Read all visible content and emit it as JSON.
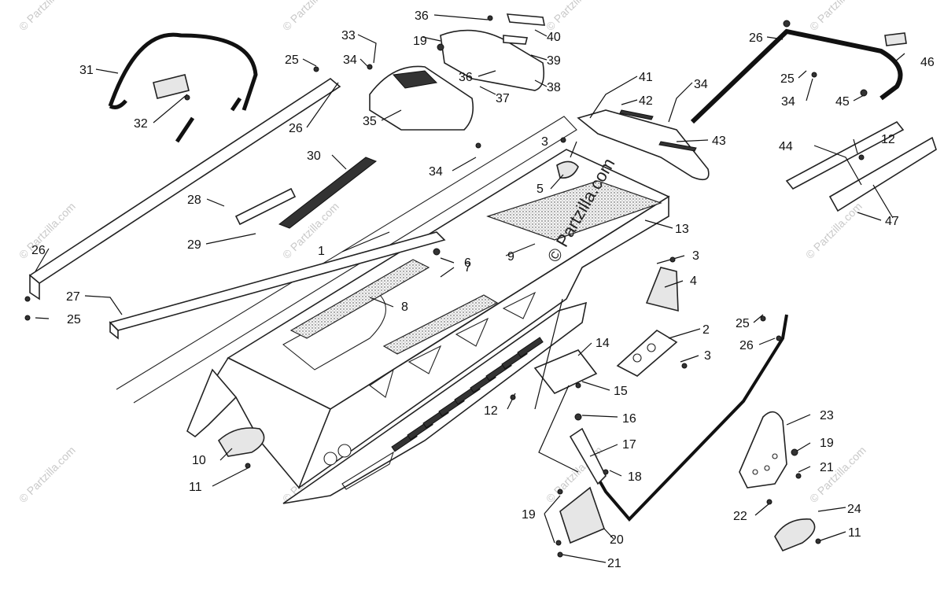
{
  "watermark": "© Partzilla.com",
  "callouts": [
    {
      "id": "c1",
      "text": "1"
    },
    {
      "id": "c2",
      "text": "2"
    },
    {
      "id": "c3a",
      "text": "3"
    },
    {
      "id": "c3b",
      "text": "3"
    },
    {
      "id": "c3c",
      "text": "3"
    },
    {
      "id": "c4",
      "text": "4"
    },
    {
      "id": "c5",
      "text": "5"
    },
    {
      "id": "c6",
      "text": "6"
    },
    {
      "id": "c7",
      "text": "7"
    },
    {
      "id": "c8",
      "text": "8"
    },
    {
      "id": "c9",
      "text": "9"
    },
    {
      "id": "c10",
      "text": "10"
    },
    {
      "id": "c11a",
      "text": "11"
    },
    {
      "id": "c11b",
      "text": "11"
    },
    {
      "id": "c12a",
      "text": "12"
    },
    {
      "id": "c12b",
      "text": "12"
    },
    {
      "id": "c13",
      "text": "13"
    },
    {
      "id": "c14",
      "text": "14"
    },
    {
      "id": "c15",
      "text": "15"
    },
    {
      "id": "c16",
      "text": "16"
    },
    {
      "id": "c17",
      "text": "17"
    },
    {
      "id": "c18",
      "text": "18"
    },
    {
      "id": "c19a",
      "text": "19"
    },
    {
      "id": "c19b",
      "text": "19"
    },
    {
      "id": "c19c",
      "text": "19"
    },
    {
      "id": "c20",
      "text": "20"
    },
    {
      "id": "c21a",
      "text": "21"
    },
    {
      "id": "c21b",
      "text": "21"
    },
    {
      "id": "c22",
      "text": "22"
    },
    {
      "id": "c23",
      "text": "23"
    },
    {
      "id": "c24",
      "text": "24"
    },
    {
      "id": "c25a",
      "text": "25"
    },
    {
      "id": "c25b",
      "text": "25"
    },
    {
      "id": "c25c",
      "text": "25"
    },
    {
      "id": "c25d",
      "text": "25"
    },
    {
      "id": "c26a",
      "text": "26"
    },
    {
      "id": "c26b",
      "text": "26"
    },
    {
      "id": "c26c",
      "text": "26"
    },
    {
      "id": "c26d",
      "text": "26"
    },
    {
      "id": "c27",
      "text": "27"
    },
    {
      "id": "c28",
      "text": "28"
    },
    {
      "id": "c29",
      "text": "29"
    },
    {
      "id": "c30",
      "text": "30"
    },
    {
      "id": "c31",
      "text": "31"
    },
    {
      "id": "c32",
      "text": "32"
    },
    {
      "id": "c33",
      "text": "33"
    },
    {
      "id": "c34a",
      "text": "34"
    },
    {
      "id": "c34b",
      "text": "34"
    },
    {
      "id": "c34c",
      "text": "34"
    },
    {
      "id": "c34d",
      "text": "34"
    },
    {
      "id": "c35",
      "text": "35"
    },
    {
      "id": "c36a",
      "text": "36"
    },
    {
      "id": "c36b",
      "text": "36"
    },
    {
      "id": "c37",
      "text": "37"
    },
    {
      "id": "c38",
      "text": "38"
    },
    {
      "id": "c39",
      "text": "39"
    },
    {
      "id": "c40",
      "text": "40"
    },
    {
      "id": "c41",
      "text": "41"
    },
    {
      "id": "c42",
      "text": "42"
    },
    {
      "id": "c43",
      "text": "43"
    },
    {
      "id": "c44",
      "text": "44"
    },
    {
      "id": "c45",
      "text": "45"
    },
    {
      "id": "c46",
      "text": "46"
    },
    {
      "id": "c47",
      "text": "47"
    }
  ]
}
